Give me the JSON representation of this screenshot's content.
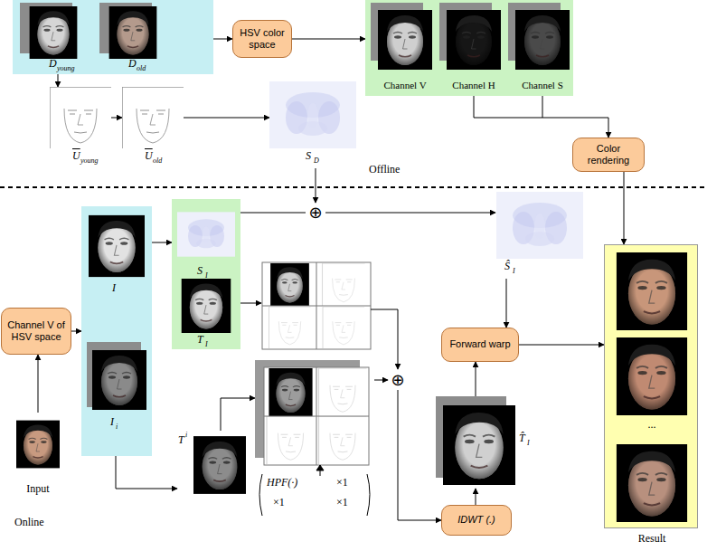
{
  "diagram": {
    "nodes": [
      {
        "text": [
          "D",
          "young",
          "D",
          "old"
        ]
      },
      {
        "text": [
          "HSV color space"
        ]
      },
      {
        "text": [
          "Channel V",
          "Channel H",
          "Channel S"
        ]
      },
      {
        "text": [
          "U",
          "young"
        ]
      },
      {
        "text": [
          "U",
          "old"
        ]
      },
      {
        "text": [
          "S",
          "D"
        ]
      },
      {
        "text": [
          "Color rendering"
        ]
      },
      {
        "text": [
          "Channel V of HSV space"
        ]
      },
      {
        "text": [
          "Input"
        ]
      },
      {
        "text": [
          "I",
          "I",
          "i"
        ]
      },
      {
        "text": [
          "S",
          "I",
          "T",
          "I"
        ]
      },
      {
        "text": [
          "⊕"
        ]
      },
      {
        "text": [
          "Ŝ",
          "I"
        ]
      },
      {
        "text": [
          "T",
          "i"
        ]
      },
      {
        "text": [
          "HPF(·)",
          "×1",
          "×1",
          "×1"
        ]
      },
      {
        "text": [
          "⊕"
        ]
      },
      {
        "text": [
          "Forward warp"
        ]
      },
      {
        "text": [
          "T̂",
          "I"
        ]
      },
      {
        "text": [
          "IDWT (.)"
        ]
      },
      {
        "text": [
          "...",
          "Result"
        ]
      }
    ],
    "edges": [
      {
        "from": 0,
        "to": 1,
        "arrow": "to"
      },
      {
        "from": 1,
        "to": 2,
        "arrow": "to"
      },
      {
        "from": 2,
        "to": 6,
        "arrow": "to"
      },
      {
        "from": 0,
        "to": 3,
        "arrow": "to"
      },
      {
        "from": 3,
        "to": 4,
        "arrow": "to"
      },
      {
        "from": 4,
        "to": 5,
        "arrow": "to"
      },
      {
        "from": 6,
        "to": 19,
        "arrow": "to"
      },
      {
        "from": 5,
        "to": 11,
        "arrow": "to"
      },
      {
        "from": 10,
        "to": 11,
        "arrow": "none"
      },
      {
        "from": 11,
        "to": 12,
        "arrow": "to"
      },
      {
        "from": 8,
        "to": 7,
        "arrow": "to"
      },
      {
        "from": 7,
        "to": 9,
        "arrow": "to"
      },
      {
        "from": 9,
        "to": 10,
        "arrow": "to"
      },
      {
        "from": 9,
        "to": 13,
        "arrow": "to"
      },
      {
        "from": 13,
        "to": 14,
        "arrow": "to"
      },
      {
        "from": 14,
        "to": 15,
        "arrow": "to"
      },
      {
        "from": 15,
        "to": 18,
        "arrow": "to"
      },
      {
        "from": 18,
        "to": 17,
        "arrow": "to"
      },
      {
        "from": 17,
        "to": 16,
        "arrow": "to"
      },
      {
        "from": 12,
        "to": 16,
        "arrow": "to"
      },
      {
        "from": 16,
        "to": 19,
        "arrow": "to"
      }
    ],
    "labels": [
      "Offline",
      "Online"
    ]
  }
}
